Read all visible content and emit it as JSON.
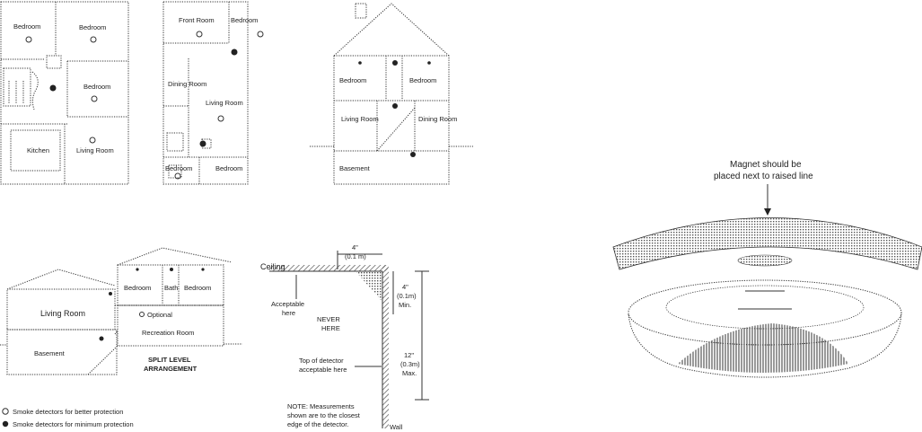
{
  "plan1": {
    "rooms": [
      "Bedroom",
      "Bedroom",
      "Bedroom",
      "Kitchen",
      "Living Room"
    ]
  },
  "plan2": {
    "rooms": [
      "Front Room",
      "Bedroom",
      "Dining Room",
      "Living Room",
      "Bedroom",
      "Bedroom"
    ]
  },
  "plan3": {
    "rooms": [
      "Bedroom",
      "Bedroom",
      "Living Room",
      "Dining Room",
      "Basement"
    ]
  },
  "split_level": {
    "rooms": [
      "Bedroom",
      "Bath",
      "Bedroom",
      "Living Room",
      "Recreation Room",
      "Basement"
    ],
    "option_label": "Optional",
    "caption_line1": "SPLIT LEVEL",
    "caption_line2": "ARRANGEMENT"
  },
  "legend": {
    "better": "Smoke detectors for better protection",
    "minimum": "Smoke detectors for minimum protection"
  },
  "mounting": {
    "ceiling": "Ceiling",
    "top_dim_line1": "4\"",
    "top_dim_line2": "(0.1 m)",
    "acceptable_line1": "Acceptable",
    "acceptable_line2": "here",
    "never_line1": "NEVER",
    "never_line2": "HERE",
    "side_dim_line1": "4\"",
    "side_dim_line2": "(0.1m)",
    "side_dim_line3": "Min.",
    "max_dim_line1": "12\"",
    "max_dim_line2": "(0.3m)",
    "max_dim_line3": "Max.",
    "top_of_detector_line1": "Top of detector",
    "top_of_detector_line2": "acceptable here",
    "note_line1": "NOTE: Measurements",
    "note_line2": "shown are to the closest",
    "note_line3": "edge of the detector.",
    "wall": "Wall"
  },
  "detector": {
    "magnet_line1": "Magnet should be",
    "magnet_line2": "placed next to raised line"
  }
}
